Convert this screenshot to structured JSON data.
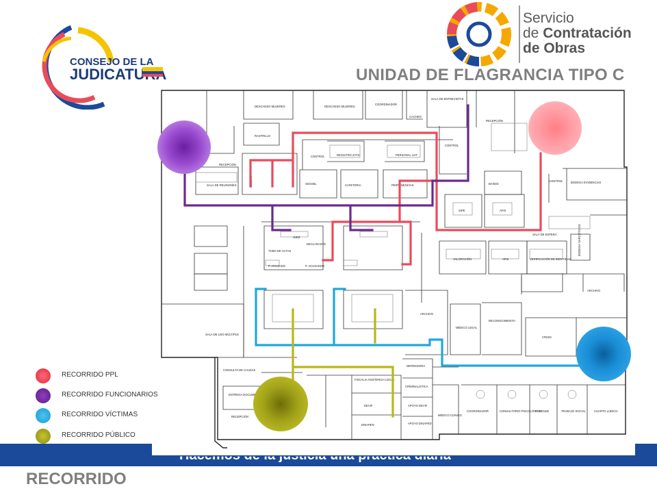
{
  "header": {
    "cj_logo": {
      "line1": "CONSEJO DE LA",
      "line2": "JUDICATURA"
    },
    "sco_logo": {
      "line1": "Servicio",
      "line2_prefix": "de ",
      "line2_bold": "Contratación",
      "line3": "de Obras"
    },
    "title": "UNIDAD DE FLAGRANCIA TIPO C"
  },
  "footer": {
    "slogan": "Hacemos de la justicia una práctica diaria"
  },
  "bottom_title": "RECORRIDO",
  "legend": [
    {
      "label": "RECORRIDO PPL",
      "color": "#e94b5b"
    },
    {
      "label": "RECORRIDO FUNCIONARIOS",
      "color": "#6a2a8e"
    },
    {
      "label": "RECORRIDO VÍCTIMAS",
      "color": "#1fa7dd"
    },
    {
      "label": "RECORRIDO PÚBLICO",
      "color": "#a5a516"
    }
  ],
  "route_colors": {
    "ppl": "#e94b5b",
    "funcionarios": "#6a2a8e",
    "victimas": "#1fa7dd",
    "publico": "#b7b71a"
  },
  "rooms": {
    "descanso_mujeres": "DESCANSO MUJERES",
    "descanso_mujeres_2": "DESCANSO MUJERES",
    "coordinador": "COORDINADOR",
    "sala_entrevistas": "SALA DE ENTREVISTAS",
    "cacheo": "CACHEO",
    "recepcion_top": "RECEPCIÓN",
    "rastrillo": "RASTRILLO",
    "control": "CONTROL",
    "control_2": "CONTROL",
    "control_3": "CONTROL",
    "registro_zats": "REGISTRO ZATS",
    "personal_uat": "PERSONAL UAT",
    "recepcion_left": "RECEPCIÓN",
    "sala_reuniones": "SALA DE REUNIONES",
    "celdas": "CELDAS",
    "gessel": "GESSEL",
    "cafeteria": "CAFETERIA",
    "pertenencias": "PERTENENCIAS",
    "banos": "BAÑOS",
    "bodega_evidencias": "BODEGA EVIDENCIAS",
    "sipe": "SIPE",
    "afis": "AFIS",
    "sala_espera": "SALA DE ESPERA",
    "valoracion": "VALORACIÓN",
    "afis_2": "AFIS",
    "verificacion": "VERIFICACIÓN DE IDENTIDAD",
    "bodega_narcoticos": "BODEGA NARCÓTICOS",
    "archivo": "ARCHIVO",
    "archivo_2": "ARCHIVO",
    "reconocimiento": "RECONOCIMIENTO",
    "medico_legal": "MÉDICO LEGAL",
    "crisis": "CRISIS",
    "sala_uso_multiple": "SALA DE USO MÚLTIPLE",
    "toma_actas": "TOMA DE ACTAS",
    "juez": "JUEZ",
    "declarante": "DECLARANTE",
    "acusado": "P. ACUSADO",
    "acusador": "P. ACUSADOR",
    "consulta_causas": "CONSULTA DE CAUSAS",
    "entrega_documentos": "ENTREGA DOCUMENTOS",
    "recepcion_bottom": "RECEPCIÓN",
    "fiscalia": "FISCALIA ASISTENCIA LEGAL",
    "defensoria": "DEFENSORIA",
    "criminalistica": "CRIMINALISTICA",
    "apoyo_dinaped": "APOYO DINAPED",
    "apoyo_devif": "APOYO DEVIF",
    "devif": "DEVIF",
    "dinapen": "DINAPEN",
    "medico_clinico": "MÉDICO CLÍNICO",
    "coordinador_2": "COORDINADOR",
    "consultorio_psicologico": "CONSULTORIO PSICOLÓGICO",
    "forense": "FORENSE",
    "trabajo_social": "TRABAJO SOCIAL",
    "cuarto_ludico": "CUARTO LÚDICO"
  }
}
